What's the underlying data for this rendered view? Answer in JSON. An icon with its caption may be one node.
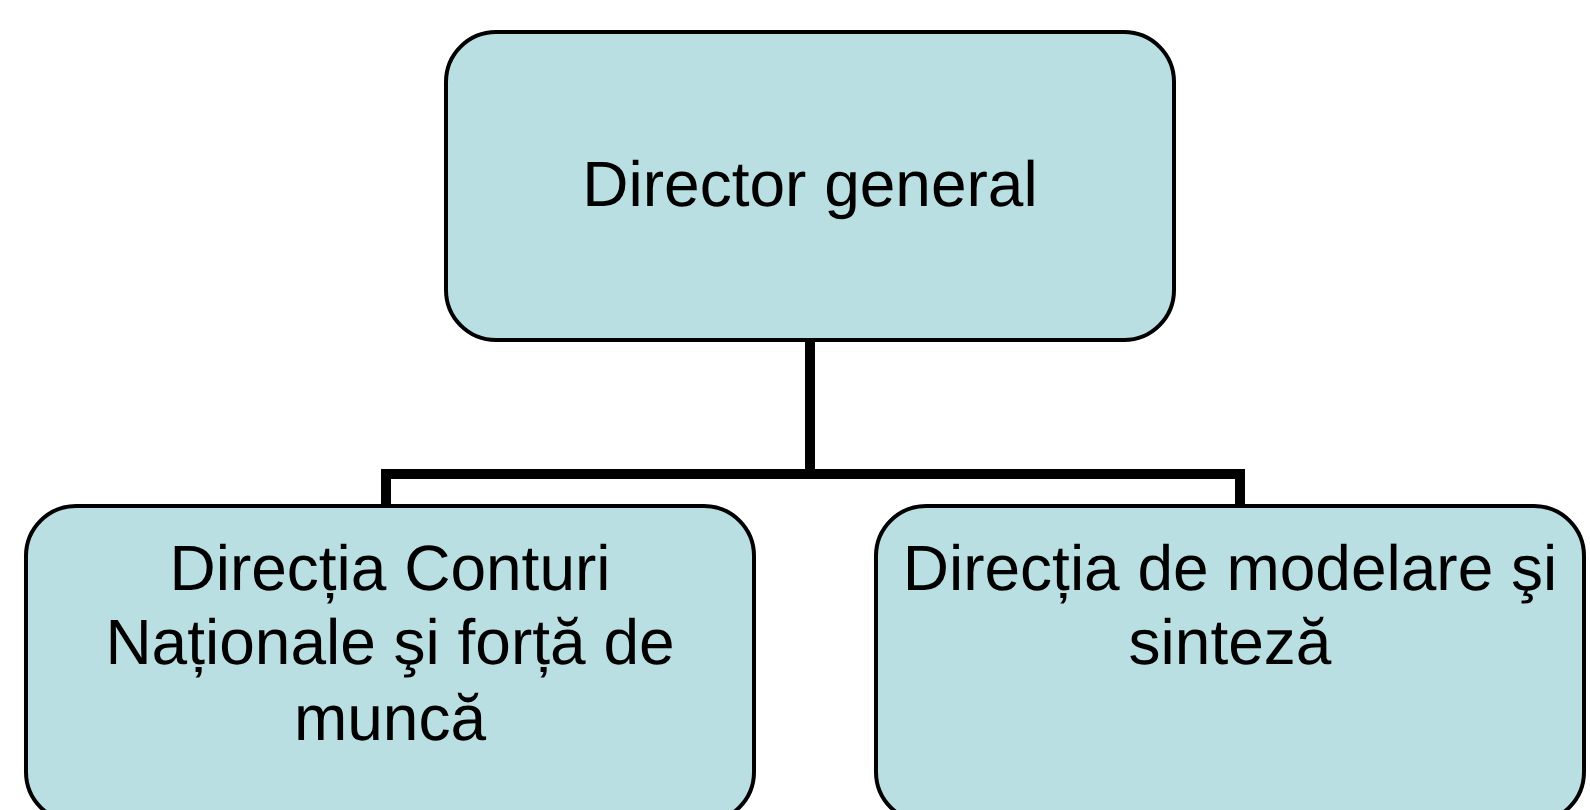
{
  "diagram": {
    "nodes": [
      {
        "text": [
          "Director general"
        ]
      },
      {
        "text": [
          "Direcția Conturi Naționale şi forță de muncă"
        ]
      },
      {
        "text": [
          "Direcția de modelare şi sinteză"
        ]
      }
    ],
    "edges": [
      {
        "from": 0,
        "to": 1,
        "arrow": "none"
      },
      {
        "from": 0,
        "to": 2,
        "arrow": "none"
      }
    ]
  }
}
